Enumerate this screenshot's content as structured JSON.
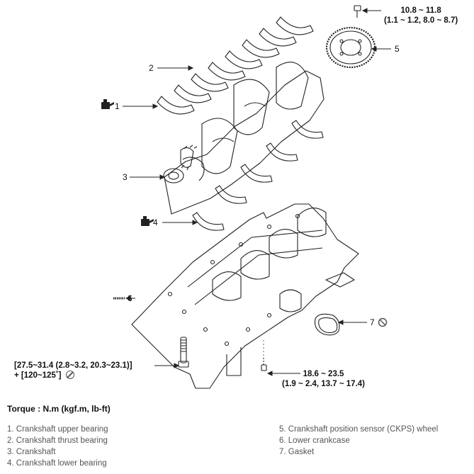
{
  "callouts": {
    "c1": "1",
    "c2": "2",
    "c3": "3",
    "c4": "4",
    "c5": "5",
    "c6": "6",
    "c7": "7"
  },
  "torque_specs": {
    "flywheel_bolt_line1": "10.8 ~ 11.8",
    "flywheel_bolt_line2": "(1.1 ~ 1.2, 8.0 ~ 8.7)",
    "main_bolt_line1": "[27.5~31.4 (2.8~3.2, 20.3~23.1)]",
    "main_bolt_line2": "+ [120~125˚]",
    "crankcase_bolt_line1": "18.6 ~ 23.5",
    "crankcase_bolt_line2": "(1.9 ~ 2.4, 13.7 ~ 17.4)"
  },
  "torque_title": "Torque : N.m (kgf.m, lb-ft)",
  "legend": [
    "1. Crankshaft upper bearing",
    "2. Crankshaft thrust bearing",
    "3. Crankshaft",
    "4. Crankshaft lower bearing",
    "5. Crankshaft position sensor (CKPS) wheel",
    "6. Lower crankcase",
    "7. Gasket"
  ],
  "icons": {
    "oil_can": "oil-can-icon",
    "no_reuse": "no-reuse-icon"
  }
}
